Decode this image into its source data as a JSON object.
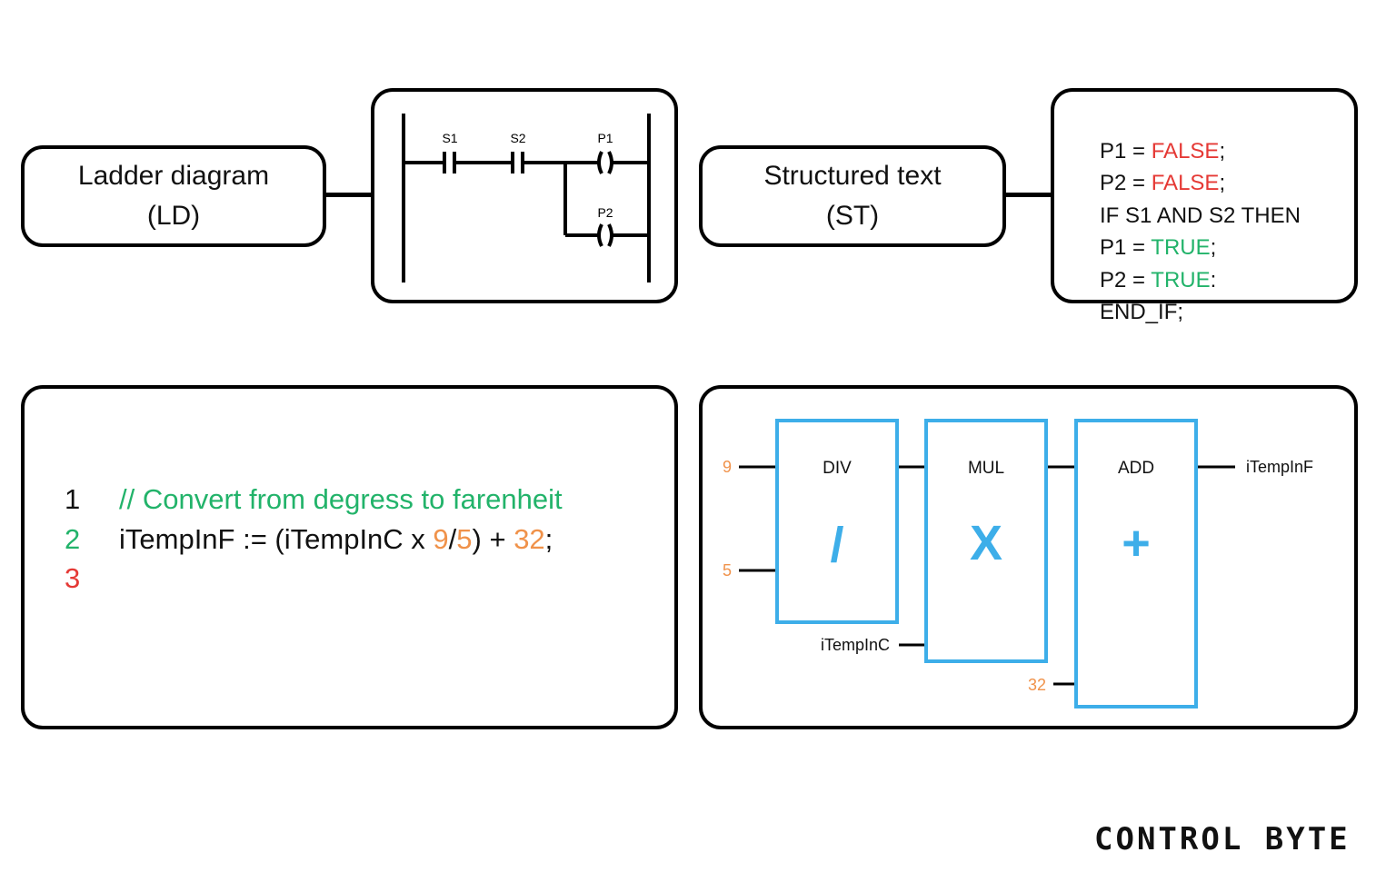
{
  "ld_label": {
    "line1": "Ladder diagram",
    "line2": "(LD)"
  },
  "st_label": {
    "line1": "Structured text",
    "line2": "(ST)"
  },
  "ladder": {
    "contacts": [
      "S1",
      "S2"
    ],
    "coils": [
      "P1",
      "P2"
    ]
  },
  "st_code": {
    "l1_pre": "P1 = ",
    "l1_val": "FALSE",
    "l1_post": ";",
    "l2_pre": "P2 = ",
    "l2_val": "FALSE",
    "l2_post": ";",
    "l3": "IF S1 AND S2 THEN",
    "l4_pre": "P1 = ",
    "l4_val": "TRUE",
    "l4_post": ";",
    "l5_pre": "P2 = ",
    "l5_val": "TRUE",
    "l5_post": ":",
    "l6": "END_IF;"
  },
  "code_editor": {
    "lines": [
      {
        "num": "1",
        "comment": "// Convert from degress to farenheit"
      },
      {
        "num": "2",
        "t1": "iTempInF := (iTempInC x ",
        "n1": "9",
        "slash": "/",
        "n2": "5",
        "t2": ") + ",
        "n3": "32",
        "t3": ";"
      },
      {
        "num": "3"
      }
    ]
  },
  "fbd": {
    "blocks": [
      {
        "name": "DIV",
        "symbol": "/"
      },
      {
        "name": "MUL",
        "symbol": "X"
      },
      {
        "name": "ADD",
        "symbol": "+"
      }
    ],
    "inputs": {
      "div_in1": "9",
      "div_in2": "5",
      "mul_in2": "iTempInC",
      "add_in2": "32"
    },
    "output": "iTempInF"
  },
  "logo": "CONTROL BYTE",
  "colors": {
    "true_green": "#22b36a",
    "false_red": "#e53935",
    "number_orange": "#f0924a",
    "block_blue": "#3daee9"
  }
}
